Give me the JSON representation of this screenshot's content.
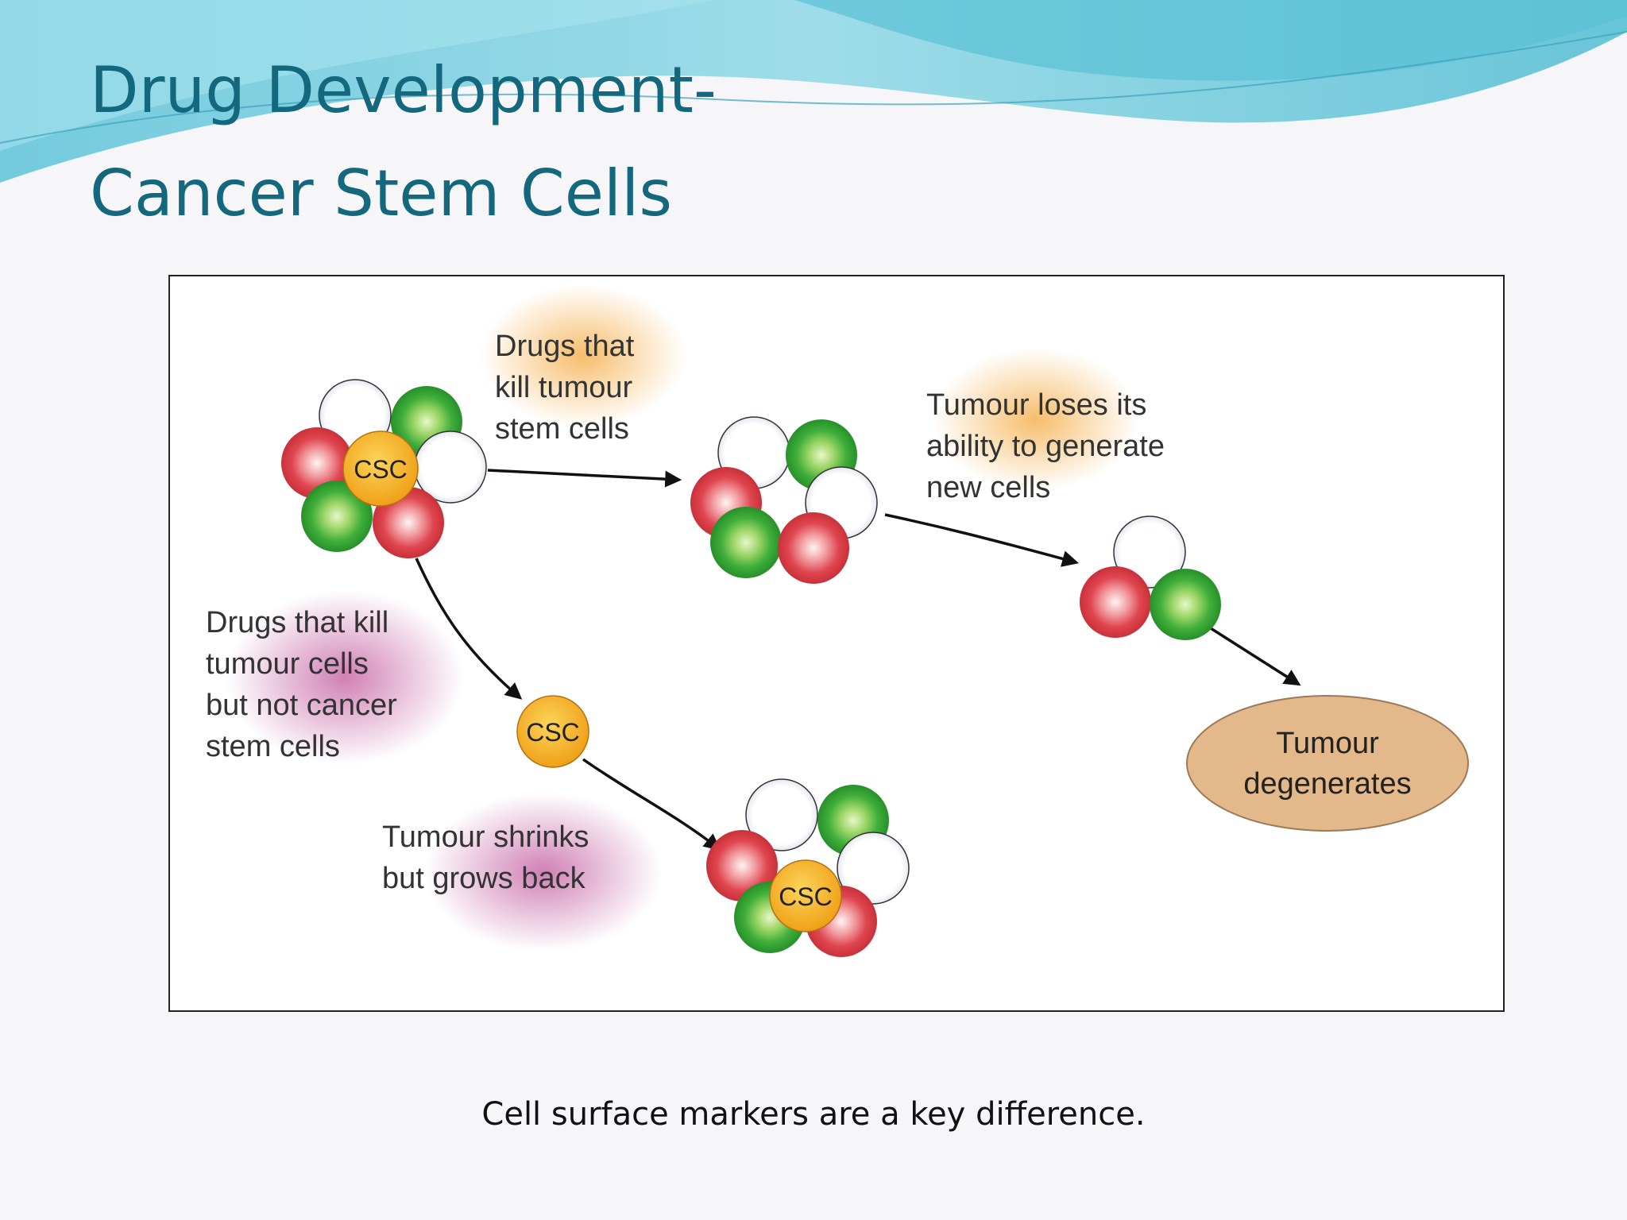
{
  "slide": {
    "title_line1": "Drug Development-",
    "title_line2": "Cancer Stem Cells",
    "caption": "Cell surface markers are a key difference."
  },
  "diagram": {
    "label_drugs_kill_stem": [
      "Drugs that",
      "kill tumour",
      "stem cells"
    ],
    "label_tumour_loses": [
      "Tumour loses its",
      "ability to generate",
      "new cells"
    ],
    "label_drugs_kill_tumour": [
      "Drugs that kill",
      "tumour cells",
      "but not cancer",
      "stem cells"
    ],
    "label_tumour_shrinks": [
      "Tumour shrinks",
      "but grows back"
    ],
    "label_degenerates": [
      "Tumour",
      "degenerates"
    ],
    "csc_label": "CSC"
  },
  "colors": {
    "title": "#14687e",
    "wave": "#7fd3e3",
    "red_cell": "#e04650",
    "green_cell": "#3fae3a",
    "white_cell": "#ffffff",
    "csc_cell": "#f2a51c",
    "ellipse": "#e3b88a",
    "orange_glow": "#f6b65c",
    "purple_glow": "#c86aa8"
  }
}
